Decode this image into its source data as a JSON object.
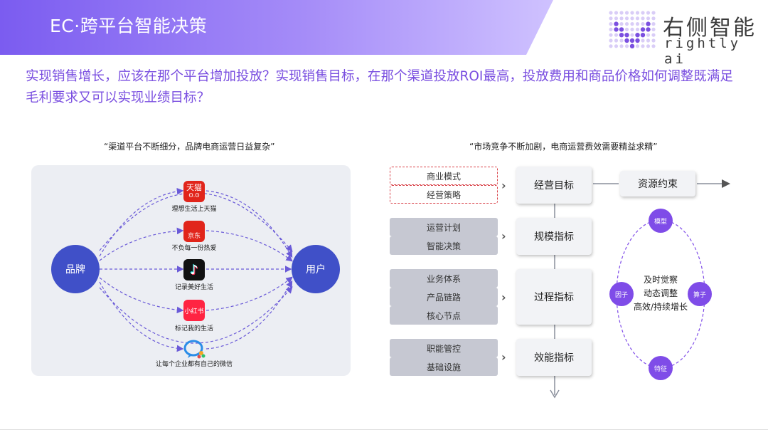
{
  "header": {
    "title": "EC·跨平台智能决策",
    "logo_cn": "右侧智能",
    "logo_en": "rightly ai",
    "gradient_from": "#7b5cf0",
    "gradient_to": "#c9b8ff"
  },
  "question": "实现销售增长，应该在那个平台增加投放？实现销售目标，在那个渠道投放ROI最高，投放费用和商品价格如何调整既满足毛利要求又可以实现业绩目标？",
  "left": {
    "caption": "“渠道平台不断细分，品牌电商运营日益复杂”",
    "brand": "品牌",
    "user": "用户",
    "apps": [
      {
        "icon": "tmall-icon",
        "icon_text": "天猫",
        "label": "理想生活上天猫",
        "color": "#e1251b"
      },
      {
        "icon": "jd-icon",
        "icon_text": "京东",
        "label": "不负每一份热爱",
        "color": "#e1251b"
      },
      {
        "icon": "douyin-icon",
        "icon_text": "♪",
        "label": "记录美好生活",
        "color": "#111111"
      },
      {
        "icon": "xiaohongshu-icon",
        "icon_text": "小红书",
        "label": "标记我的生活",
        "color": "#ff2442"
      },
      {
        "icon": "wechat-work-icon",
        "icon_text": "",
        "label": "让每个企业都有自己的微信",
        "color": "#ffffff"
      }
    ]
  },
  "right": {
    "caption": "“市场竞争不断加剧，电商运营费效需要精益求精”",
    "groups": [
      {
        "metric": "经营目标",
        "style": "red",
        "items": [
          "商业模式",
          "经营策略"
        ]
      },
      {
        "metric": "规模指标",
        "style": "gray",
        "items": [
          "运营计划",
          "智能决策"
        ]
      },
      {
        "metric": "过程指标",
        "style": "gray",
        "items": [
          "业务体系",
          "产品链路",
          "核心节点"
        ]
      },
      {
        "metric": "效能指标",
        "style": "gray",
        "items": [
          "职能管控",
          "基础设施"
        ]
      }
    ],
    "constraint": "资源约束",
    "cycle": {
      "top": "模型",
      "left": "因子",
      "right": "算子",
      "bottom": "特征",
      "center": [
        "及时觉察",
        "动态调整",
        "高效/持续增长"
      ]
    }
  }
}
